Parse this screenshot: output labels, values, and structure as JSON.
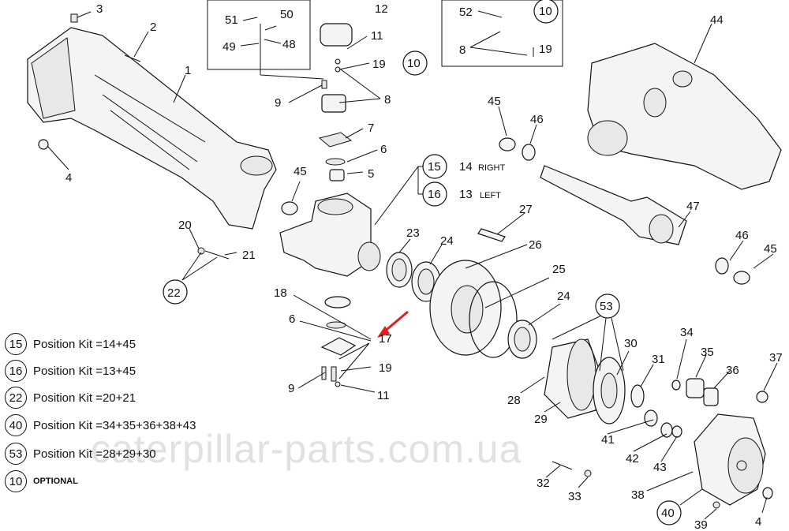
{
  "labels": {
    "n1": "1",
    "n2": "2",
    "n3": "3",
    "n4a": "4",
    "n4b": "4",
    "n5": "5",
    "n6a": "6",
    "n6b": "6",
    "n7": "7",
    "n8a": "8",
    "n8b": "8",
    "n9a": "9",
    "n9b": "9",
    "n10a": "10",
    "n10b": "10",
    "n11a": "11",
    "n11b": "11",
    "n12": "12",
    "n13": "13",
    "n14": "14",
    "n15": "15",
    "n16": "16",
    "n17": "17",
    "n18": "18",
    "n19a": "19",
    "n19b": "19",
    "n19c": "19",
    "n20": "20",
    "n21": "21",
    "n22": "22",
    "n23": "23",
    "n24a": "24",
    "n24b": "24",
    "n25": "25",
    "n26": "26",
    "n27": "27",
    "n28": "28",
    "n29": "29",
    "n30": "30",
    "n31": "31",
    "n32": "32",
    "n33": "33",
    "n34": "34",
    "n35": "35",
    "n36": "36",
    "n37": "37",
    "n38": "38",
    "n39": "39",
    "n40": "40",
    "n41": "41",
    "n42": "42",
    "n43": "43",
    "n44": "44",
    "n45a": "45",
    "n45b": "45",
    "n45c": "45",
    "n46a": "46",
    "n46b": "46",
    "n47": "47",
    "n48": "48",
    "n49": "49",
    "n50": "50",
    "n51": "51",
    "n52": "52",
    "n53": "53",
    "right": "RIGHT",
    "left": "LEFT"
  },
  "legend": [
    {
      "num": "15",
      "text": "Position Kit =14+45"
    },
    {
      "num": "16",
      "text": "Position Kit =13+45"
    },
    {
      "num": "22",
      "text": "Position Kit =20+21"
    },
    {
      "num": "40",
      "text": "Position Kit =34+35+36+38+43"
    },
    {
      "num": "53",
      "text": "Position Kit =28+29+30"
    },
    {
      "num": "10",
      "text": "OPTIONAL"
    }
  ],
  "watermark": "caterpillar-parts.com.ua",
  "colors": {
    "arrow": "#e02020",
    "ink": "#111111"
  }
}
